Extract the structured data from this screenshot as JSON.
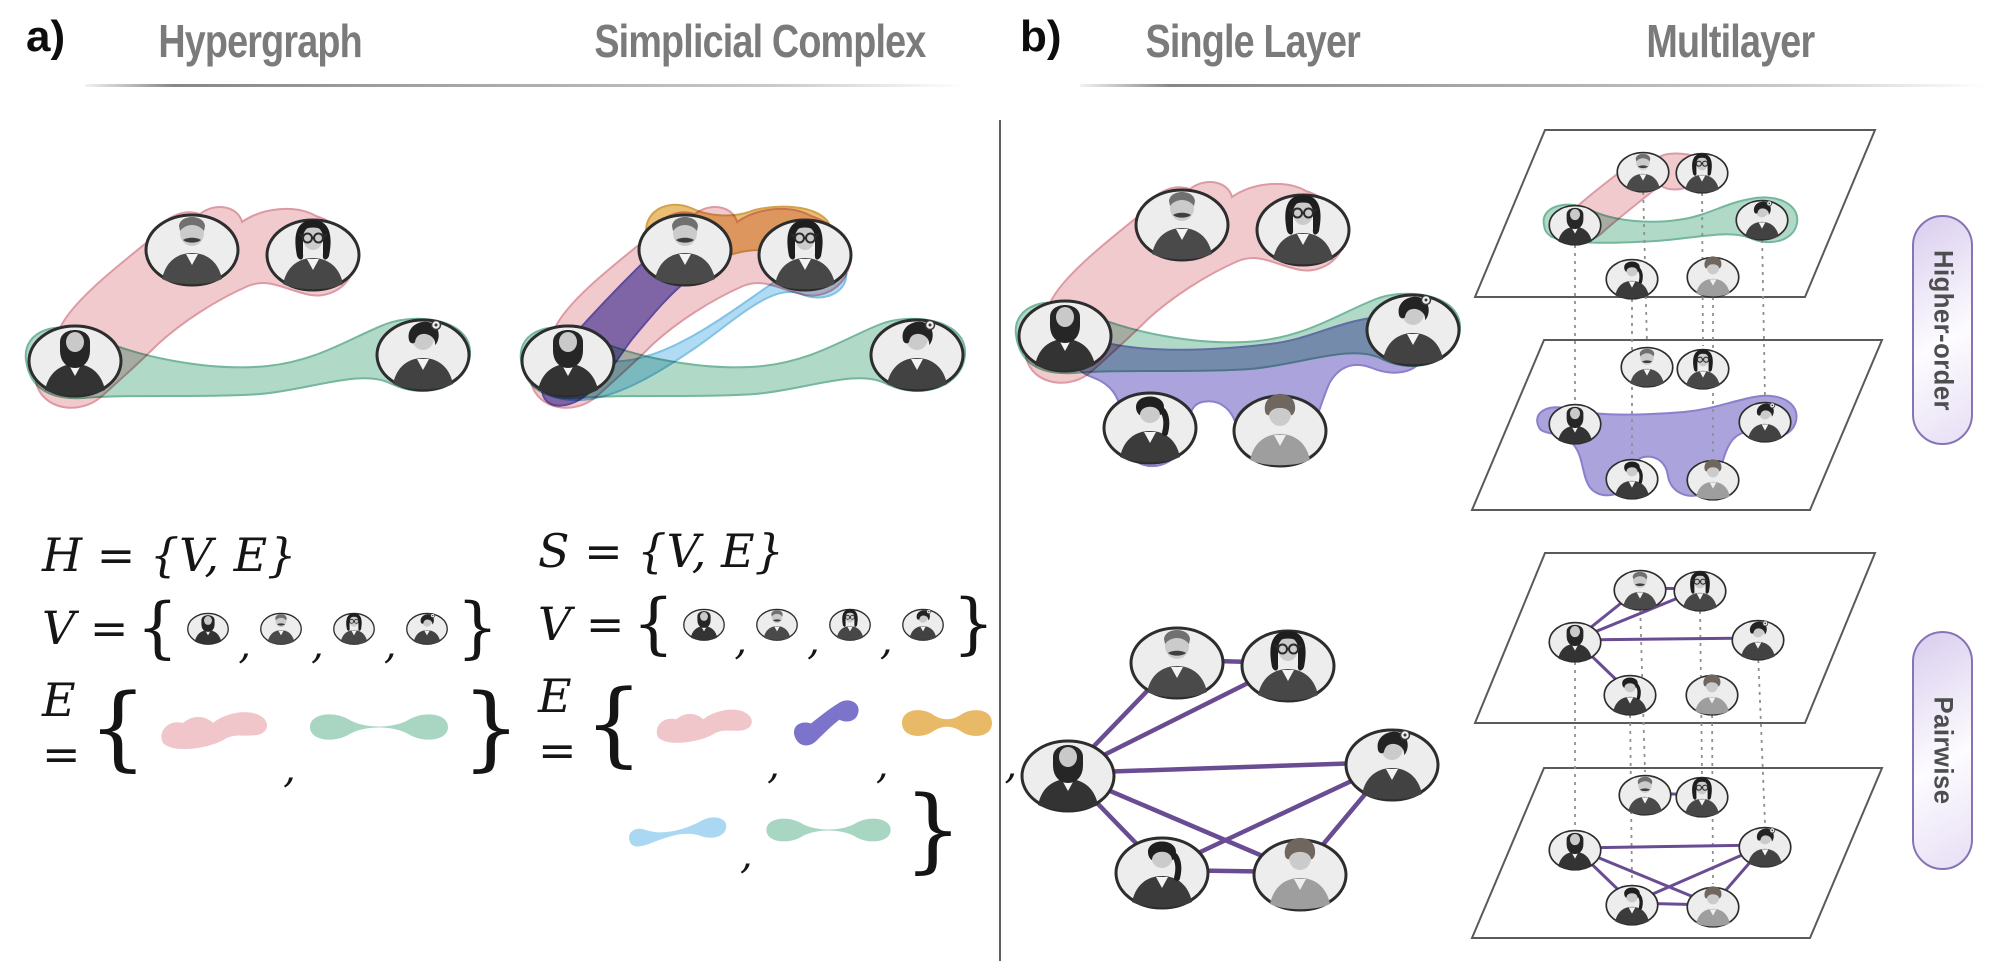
{
  "panel_a": {
    "label": "a)",
    "col1_title": "Hypergraph",
    "col2_title": "Simplicial Complex",
    "hypergraph_math": {
      "definition": "H = {V, E}",
      "vertex_set_lhs": "V =",
      "edge_set_lhs": "E ="
    },
    "simplicial_math": {
      "definition": "S = {V, E}",
      "vertex_set_lhs": "V =",
      "edge_set_lhs": "E ="
    }
  },
  "panel_b": {
    "label": "b)",
    "col1_title": "Single Layer",
    "col2_title": "Multilayer",
    "row1_label": "Higher-order",
    "row2_label": "Pairwise"
  },
  "tokens": {
    "open_brace": "{",
    "close_brace": "}",
    "comma": ","
  },
  "people": [
    {
      "id": "beard",
      "label": "bearded-man"
    },
    {
      "id": "mustache",
      "label": "mustache-man"
    },
    {
      "id": "glasses",
      "label": "glasses-woman"
    },
    {
      "id": "flower",
      "label": "flower-hair-woman"
    },
    {
      "id": "braid",
      "label": "braid-girl"
    },
    {
      "id": "short",
      "label": "short-hair-person"
    }
  ],
  "colors": {
    "pink": "#f0c6ca",
    "pink_stroke": "#dd9aa4",
    "green": "#a9d6c3",
    "green_stroke": "#74b79c",
    "purple": "#a39bd9",
    "purple_stroke": "#8a80cc",
    "deep_purple": "#7c74ca",
    "deep_purple_stroke": "#665dbd",
    "orange": "#e8ba68",
    "orange_stroke": "#d2a14b",
    "blue": "#aad8f2",
    "blue_stroke": "#82c2e6",
    "edge_purple": "#6a4c93",
    "plane_stroke": "#5a5a5a",
    "dashed_gray": "#8f8f8f",
    "pill_border": "#8674b4",
    "pill_fill_light": "#e3d9f3",
    "pill_text": "#4e4e4e",
    "header_text": "#7b7b7b"
  },
  "figure": {
    "hypergraph_hyperedges": [
      {
        "color": "pink",
        "members": [
          "beard",
          "mustache",
          "glasses"
        ]
      },
      {
        "color": "green",
        "members": [
          "beard",
          "flower"
        ]
      }
    ],
    "simplicial_simplices": [
      {
        "color": "pink",
        "members": [
          "beard",
          "mustache",
          "glasses"
        ]
      },
      {
        "color": "deep_purple",
        "members": [
          "beard",
          "mustache"
        ]
      },
      {
        "color": "orange",
        "members": [
          "mustache",
          "glasses"
        ]
      },
      {
        "color": "blue",
        "members": [
          "beard",
          "glasses"
        ]
      },
      {
        "color": "green",
        "members": [
          "beard",
          "flower"
        ]
      }
    ],
    "single_layer_higher_order": [
      {
        "color": "pink",
        "members": [
          "beard",
          "mustache",
          "glasses"
        ]
      },
      {
        "color": "green",
        "members": [
          "beard",
          "flower"
        ]
      },
      {
        "color": "purple",
        "members": [
          "beard",
          "braid",
          "short",
          "flower"
        ]
      }
    ],
    "single_layer_pairwise_edges": [
      [
        "mustache",
        "glasses"
      ],
      [
        "beard",
        "mustache"
      ],
      [
        "beard",
        "glasses"
      ],
      [
        "beard",
        "flower"
      ],
      [
        "beard",
        "braid"
      ],
      [
        "beard",
        "short"
      ],
      [
        "braid",
        "short"
      ],
      [
        "braid",
        "flower"
      ],
      [
        "short",
        "flower"
      ]
    ],
    "multilayer_higher_order": {
      "layer1": [
        {
          "color": "pink",
          "members": [
            "beard",
            "mustache",
            "glasses"
          ]
        },
        {
          "color": "green",
          "members": [
            "beard",
            "flower"
          ]
        }
      ],
      "layer2": [
        {
          "color": "purple",
          "members": [
            "beard",
            "braid",
            "short",
            "flower"
          ]
        }
      ]
    },
    "multilayer_pairwise": {
      "layer1_edges": [
        [
          "mustache",
          "glasses"
        ],
        [
          "beard",
          "mustache"
        ],
        [
          "beard",
          "glasses"
        ],
        [
          "beard",
          "flower"
        ],
        [
          "beard",
          "braid"
        ]
      ],
      "layer2_edges": [
        [
          "mustache",
          "glasses"
        ],
        [
          "beard",
          "flower"
        ],
        [
          "beard",
          "braid"
        ],
        [
          "beard",
          "short"
        ],
        [
          "braid",
          "flower"
        ],
        [
          "braid",
          "short"
        ],
        [
          "short",
          "flower"
        ]
      ]
    }
  }
}
